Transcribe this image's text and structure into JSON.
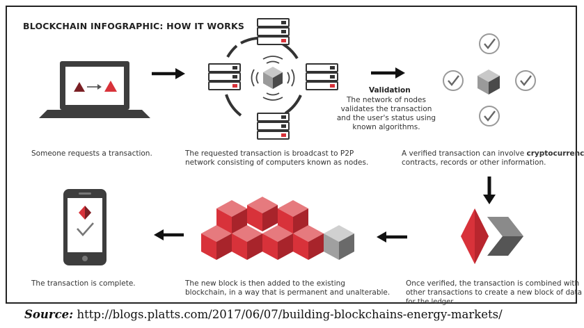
{
  "title": "BLOCKCHAIN INFOGRAPHIC: HOW IT WORKS",
  "validation": {
    "heading": "Validation",
    "lines": [
      "The network of nodes",
      "validates the transaction",
      "and the user's status using",
      "known algorithms."
    ]
  },
  "steps": [
    {
      "lines": [
        "Someone requests a transaction."
      ]
    },
    {
      "lines": [
        "The requested transaction is broadcast to P2P",
        "network consisting of computers known as nodes."
      ]
    },
    {
      "line1_before": "A verified transaction can involve ",
      "line1_bold": "cryptocurrency",
      "line1_after": ",",
      "line2": "contracts, records or other information."
    },
    {
      "lines": [
        "Once verified, the transaction is combined with",
        "other transactions to create a new block of data",
        "for the ledger."
      ]
    },
    {
      "lines": [
        "The new block is then added to the existing",
        "blockchain, in a way that is permanent and unalterable."
      ]
    },
    {
      "lines": [
        "The transaction is complete."
      ]
    }
  ],
  "caption": {
    "label": "Source:",
    "url": " http://blogs.platts.com/2017/06/07/building-blockchains-energy-markets/"
  },
  "colors": {
    "red": "#d8323a",
    "dark_red": "#7a1f24",
    "dark_gray": "#3a3a3a",
    "gray": "#9a9a9a",
    "light_gray": "#c8c8c8"
  }
}
